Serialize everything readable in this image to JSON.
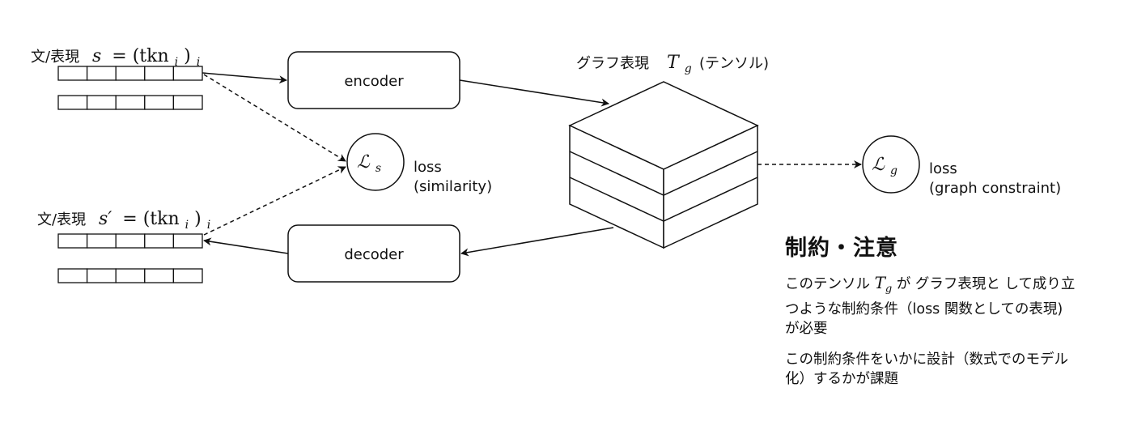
{
  "sentence_top": {
    "label": "文/表現",
    "math_var": "s",
    "math_rest": "= (tkn",
    "math_sub_i": "i",
    "math_close": ")",
    "math_sub_outer": "i"
  },
  "sentence_bottom": {
    "label": "文/表現",
    "math_var": "s′",
    "math_rest": "= (tkn",
    "math_sub_i": "i",
    "math_close": ")",
    "math_sub_outer": "i"
  },
  "encoder": {
    "label": "encoder"
  },
  "decoder": {
    "label": "decoder"
  },
  "tensor": {
    "label": "グラフ表現",
    "math_var": "T",
    "math_sub": "g",
    "suffix": "(テンソル)"
  },
  "loss_similarity": {
    "symbol": "ℒ",
    "sub": "s",
    "line1": "loss",
    "line2": "(similarity)"
  },
  "loss_graph": {
    "symbol": "ℒ",
    "sub": "g",
    "line1": "loss",
    "line2": "(graph constraint)"
  },
  "notes": {
    "title": "制約・注意",
    "p1_before": "このテンソル",
    "p1_var": "T",
    "p1_sub": "g",
    "p1_after": "が グラフ表現と して成り立つような制約条件（loss 関数としての表現) が必要",
    "p2": "この制約条件をいかに設計（数式でのモデル化）するかが課題"
  }
}
